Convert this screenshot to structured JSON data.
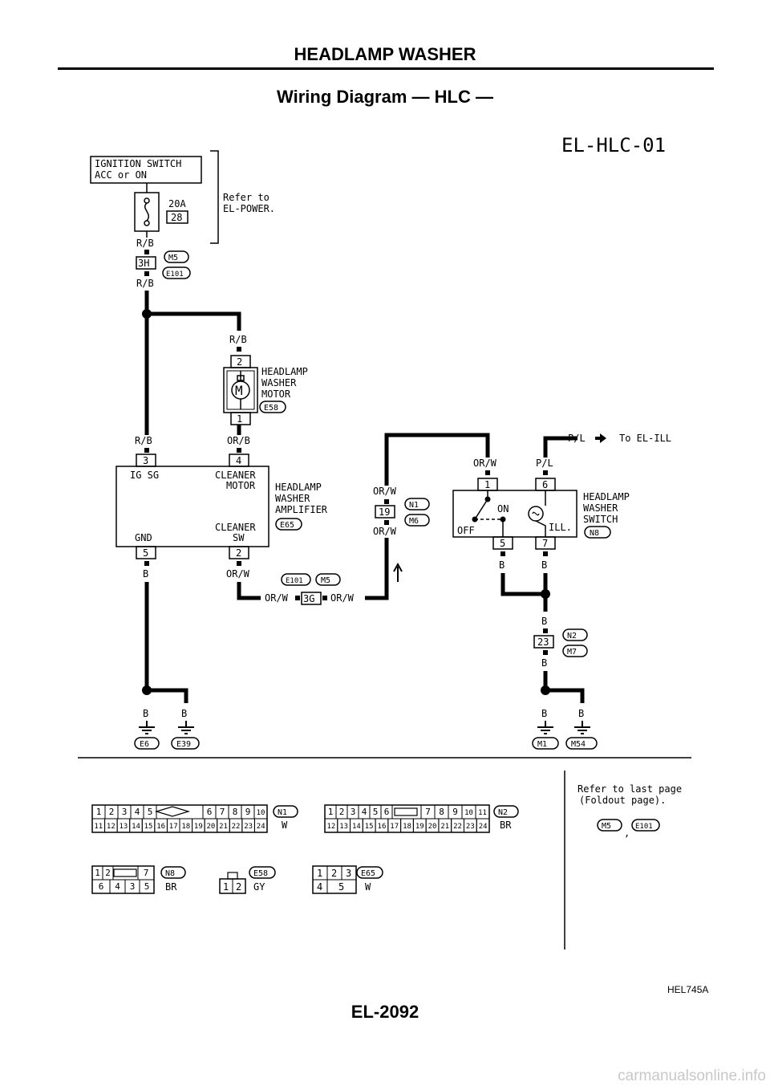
{
  "header": {
    "title": "HEADLAMP WASHER"
  },
  "diagram_title": "Wiring Diagram — HLC —",
  "diagram_code": "EL-HLC-01",
  "figure_code": "HEL745A",
  "page_number": "EL-2092",
  "watermark": "carmanualsonline.info",
  "power": {
    "ignition_line1": "IGNITION SWITCH",
    "ignition_line2": "ACC or ON",
    "fuse_rating": "20A",
    "fuse_number": "28",
    "refer_line1": "Refer to",
    "refer_line2": "EL-POWER."
  },
  "wires": {
    "rb": "R/B",
    "orb": "OR/B",
    "orw": "OR/W",
    "b": "B",
    "pl": "P/L"
  },
  "connectors": {
    "m5": "M5",
    "e101": "E101",
    "e58": "E58",
    "e65": "E65",
    "n1": "N1",
    "m6": "M6",
    "n8": "N8",
    "n2": "N2",
    "m7": "M7",
    "e6": "E6",
    "e39": "E39",
    "m1": "M1",
    "m54": "M54"
  },
  "terminals": {
    "t3h": "3H",
    "t3g": "3G",
    "t19": "19",
    "t23": "23",
    "one": "1",
    "two": "2",
    "three": "3",
    "four": "4",
    "five": "5",
    "six": "6",
    "seven": "7"
  },
  "motor": {
    "line1": "HEADLAMP",
    "line2": "WASHER",
    "line3": "MOTOR",
    "symbol": "M"
  },
  "amplifier": {
    "line1": "HEADLAMP",
    "line2": "WASHER",
    "line3": "AMPLIFIER",
    "ig_sg": "IG SG",
    "cleaner_motor_1": "CLEANER",
    "cleaner_motor_2": "MOTOR",
    "gnd": "GND",
    "cleaner_sw_1": "CLEANER",
    "cleaner_sw_2": "SW"
  },
  "switch": {
    "line1": "HEADLAMP",
    "line2": "WASHER",
    "line3": "SWITCH",
    "on": "ON",
    "off": "OFF",
    "ill": "ILL."
  },
  "to_ill": "To EL-ILL",
  "connector_views": {
    "n1_top": [
      "1",
      "2",
      "3",
      "4",
      "5",
      "6",
      "7",
      "8",
      "9",
      "10"
    ],
    "n1_bottom": [
      "11",
      "12",
      "13",
      "14",
      "15",
      "16",
      "17",
      "18",
      "19",
      "20",
      "21",
      "22",
      "23",
      "24"
    ],
    "n1_color": "W",
    "n2_top": [
      "1",
      "2",
      "3",
      "4",
      "5",
      "6",
      "7",
      "8",
      "9",
      "10",
      "11"
    ],
    "n2_bottom": [
      "12",
      "13",
      "14",
      "15",
      "16",
      "17",
      "18",
      "19",
      "20",
      "21",
      "22",
      "23",
      "24"
    ],
    "n2_color": "BR",
    "n8_top": [
      "1",
      "2",
      "7"
    ],
    "n8_bottom": [
      "6",
      "4",
      "3",
      "5"
    ],
    "n8_color": "BR",
    "e58_cells": [
      "1",
      "2"
    ],
    "e58_color": "GY",
    "e65_top": [
      "1",
      "2",
      "3"
    ],
    "e65_bottom": [
      "4",
      "5"
    ],
    "e65_color": "W",
    "refer_last_1": "Refer to last page",
    "refer_last_2": "(Foldout page).",
    "separator": ","
  }
}
